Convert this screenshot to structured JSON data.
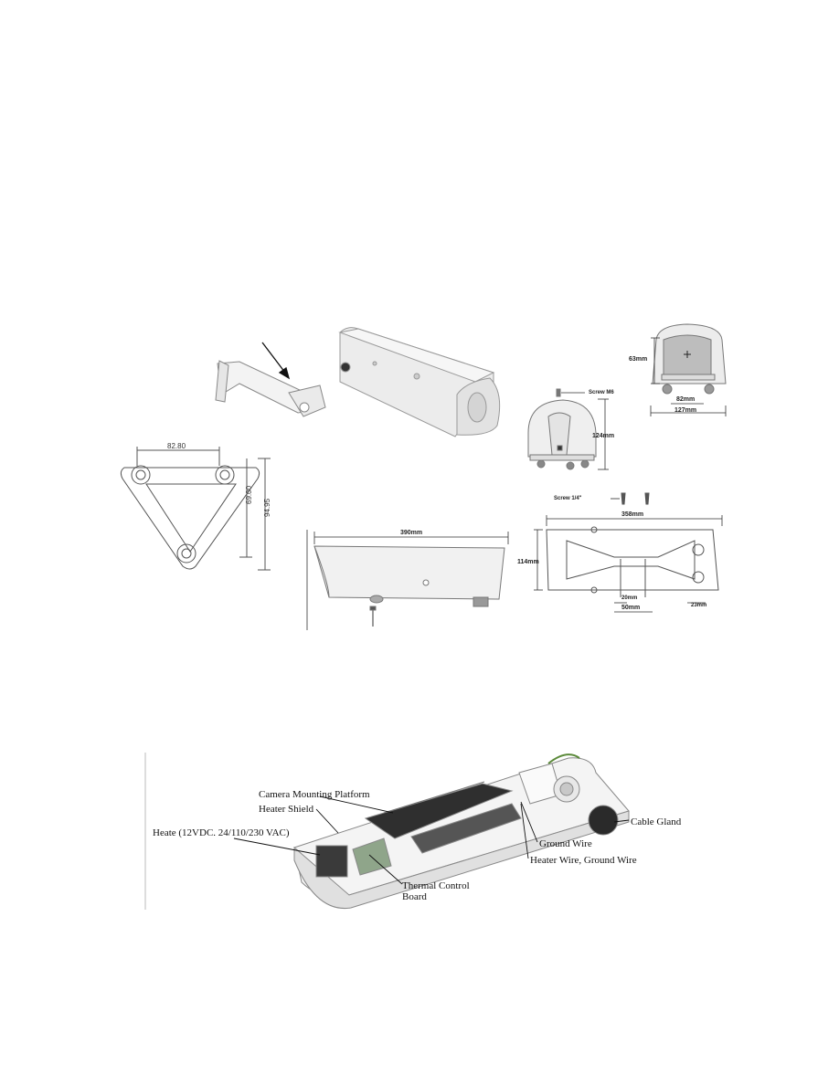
{
  "bracket_drawing": {
    "dim_width": "82.80",
    "dim_inner_height": "69.00",
    "dim_outer_height": "94.95"
  },
  "front_view": {
    "screw_label": "Screw M6",
    "dim_height": "124mm"
  },
  "rear_view": {
    "dim_height": "63mm",
    "dim_inner_width": "82mm",
    "dim_outer_width": "127mm"
  },
  "side_view": {
    "dim_length": "390mm"
  },
  "bottom_view": {
    "screw_label": "Screw 1/4\"",
    "dim_length": "358mm",
    "dim_width": "114mm",
    "dim_spacing_small": "20mm",
    "dim_spacing": "50mm",
    "dim_edge": "23mm"
  },
  "interior": {
    "camera_platform": "Camera Mounting Platform",
    "heater_shield": "Heater Shield",
    "heater": "Heate (12VDC. 24/110/230 VAC)",
    "thermal_board": "Thermal Control\nBoard",
    "ground_wire": "Ground Wire",
    "heater_wire": "Heater Wire, Ground Wire",
    "cable_gland": "Cable Gland"
  }
}
